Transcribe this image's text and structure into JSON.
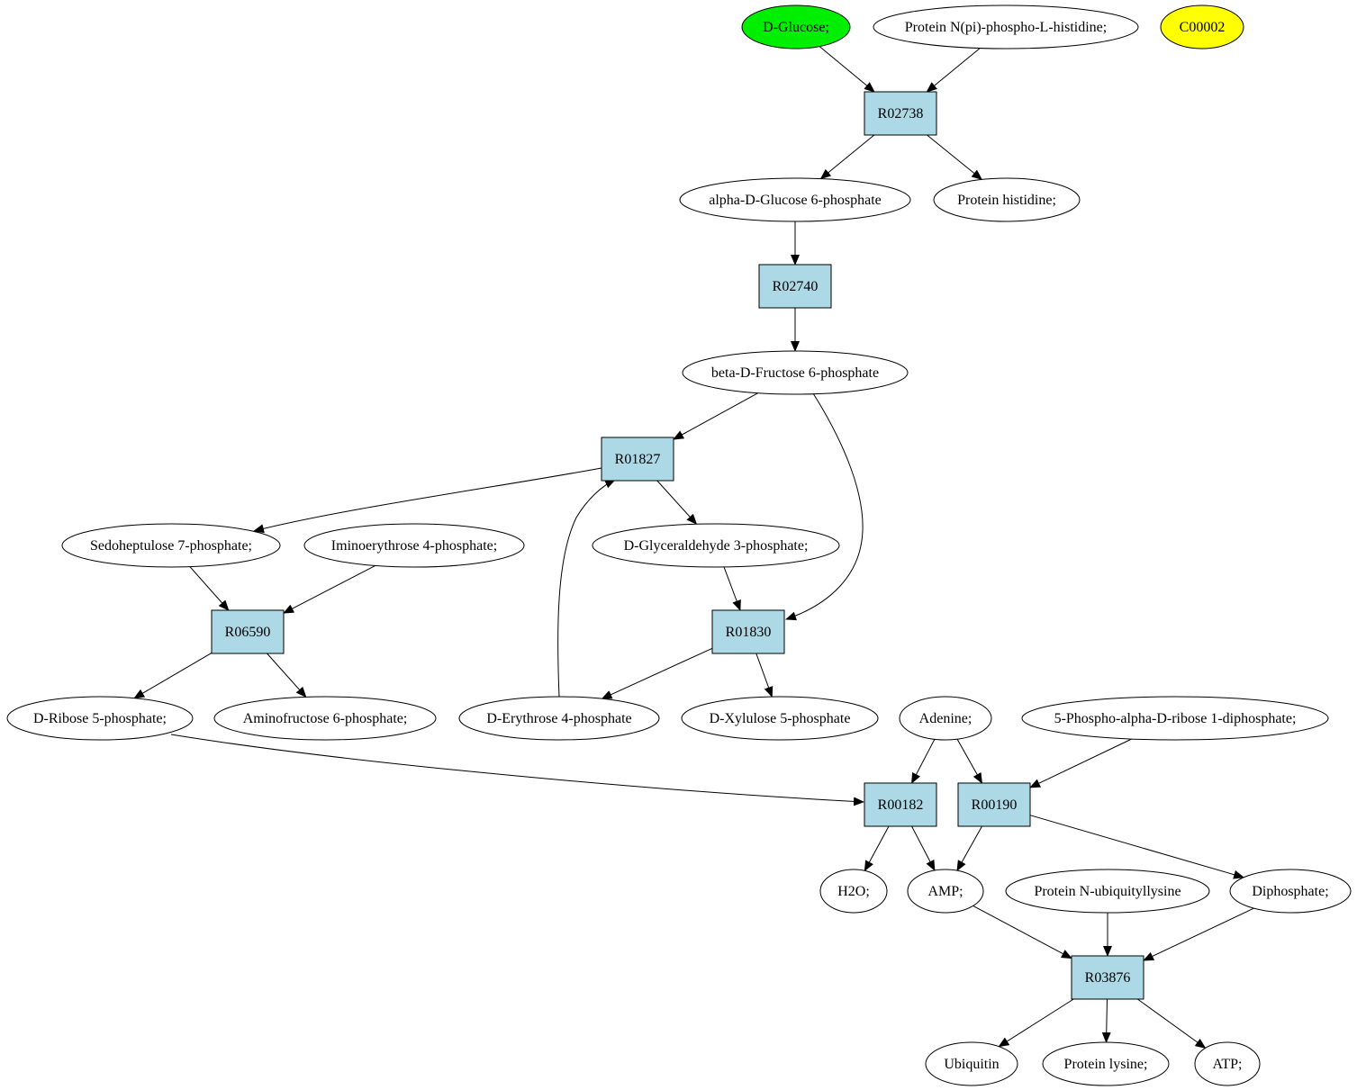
{
  "colors": {
    "compound": "#ffffff",
    "reaction": "#add8e6",
    "start": "#00ee00",
    "highlight": "#ffff00",
    "stroke": "#000000"
  },
  "nodes": {
    "dglucose": {
      "label": "D-Glucose;",
      "kind": "compound",
      "fill": "#00ee00"
    },
    "nphospho": {
      "label": "Protein N(pi)-phospho-L-histidine;",
      "kind": "compound"
    },
    "c00002": {
      "label": "C00002",
      "kind": "compound",
      "fill": "#ffff00"
    },
    "r02738": {
      "label": "R02738",
      "kind": "reaction"
    },
    "ag6p": {
      "label": "alpha-D-Glucose 6-phosphate",
      "kind": "compound"
    },
    "phis": {
      "label": "Protein histidine;",
      "kind": "compound"
    },
    "r02740": {
      "label": "R02740",
      "kind": "reaction"
    },
    "bf6p": {
      "label": "beta-D-Fructose 6-phosphate",
      "kind": "compound"
    },
    "r01827": {
      "label": "R01827",
      "kind": "reaction"
    },
    "s7p": {
      "label": "Sedoheptulose 7-phosphate;",
      "kind": "compound"
    },
    "ie4p": {
      "label": "Iminoerythrose 4-phosphate;",
      "kind": "compound"
    },
    "g3p": {
      "label": "D-Glyceraldehyde 3-phosphate;",
      "kind": "compound"
    },
    "r06590": {
      "label": "R06590",
      "kind": "reaction"
    },
    "r01830": {
      "label": "R01830",
      "kind": "reaction"
    },
    "r5p": {
      "label": "D-Ribose 5-phosphate;",
      "kind": "compound"
    },
    "af6p": {
      "label": "Aminofructose 6-phosphate;",
      "kind": "compound"
    },
    "e4p": {
      "label": "D-Erythrose 4-phosphate",
      "kind": "compound"
    },
    "x5p": {
      "label": "D-Xylulose 5-phosphate",
      "kind": "compound"
    },
    "adenine": {
      "label": "Adenine;",
      "kind": "compound"
    },
    "prpp": {
      "label": "5-Phospho-alpha-D-ribose 1-diphosphate;",
      "kind": "compound"
    },
    "r00182": {
      "label": "R00182",
      "kind": "reaction"
    },
    "r00190": {
      "label": "R00190",
      "kind": "reaction"
    },
    "h2o": {
      "label": "H2O;",
      "kind": "compound"
    },
    "amp": {
      "label": "AMP;",
      "kind": "compound"
    },
    "pnub": {
      "label": "Protein N-ubiquityllysine",
      "kind": "compound"
    },
    "diphosphate": {
      "label": "Diphosphate;",
      "kind": "compound"
    },
    "r03876": {
      "label": "R03876",
      "kind": "reaction"
    },
    "ubiquitin": {
      "label": "Ubiquitin",
      "kind": "compound"
    },
    "plys": {
      "label": "Protein lysine;",
      "kind": "compound"
    },
    "atp": {
      "label": "ATP;",
      "kind": "compound"
    }
  },
  "edges": [
    {
      "from": "dglucose",
      "to": "r02738"
    },
    {
      "from": "nphospho",
      "to": "r02738"
    },
    {
      "from": "r02738",
      "to": "ag6p"
    },
    {
      "from": "r02738",
      "to": "phis"
    },
    {
      "from": "ag6p",
      "to": "r02740"
    },
    {
      "from": "r02740",
      "to": "bf6p"
    },
    {
      "from": "bf6p",
      "to": "r01827"
    },
    {
      "from": "bf6p",
      "to": "r01830"
    },
    {
      "from": "r01827",
      "to": "s7p"
    },
    {
      "from": "r01827",
      "to": "g3p"
    },
    {
      "from": "e4p",
      "to": "r01827"
    },
    {
      "from": "s7p",
      "to": "r06590"
    },
    {
      "from": "ie4p",
      "to": "r06590"
    },
    {
      "from": "g3p",
      "to": "r01830"
    },
    {
      "from": "r06590",
      "to": "r5p"
    },
    {
      "from": "r06590",
      "to": "af6p"
    },
    {
      "from": "r01830",
      "to": "e4p"
    },
    {
      "from": "r01830",
      "to": "x5p"
    },
    {
      "from": "r5p",
      "to": "r00182"
    },
    {
      "from": "adenine",
      "to": "r00182"
    },
    {
      "from": "adenine",
      "to": "r00190"
    },
    {
      "from": "prpp",
      "to": "r00190"
    },
    {
      "from": "r00182",
      "to": "h2o"
    },
    {
      "from": "r00182",
      "to": "amp"
    },
    {
      "from": "r00190",
      "to": "amp"
    },
    {
      "from": "r00190",
      "to": "diphosphate"
    },
    {
      "from": "amp",
      "to": "r03876"
    },
    {
      "from": "pnub",
      "to": "r03876"
    },
    {
      "from": "diphosphate",
      "to": "r03876"
    },
    {
      "from": "r03876",
      "to": "ubiquitin"
    },
    {
      "from": "r03876",
      "to": "plys"
    },
    {
      "from": "r03876",
      "to": "atp"
    }
  ]
}
